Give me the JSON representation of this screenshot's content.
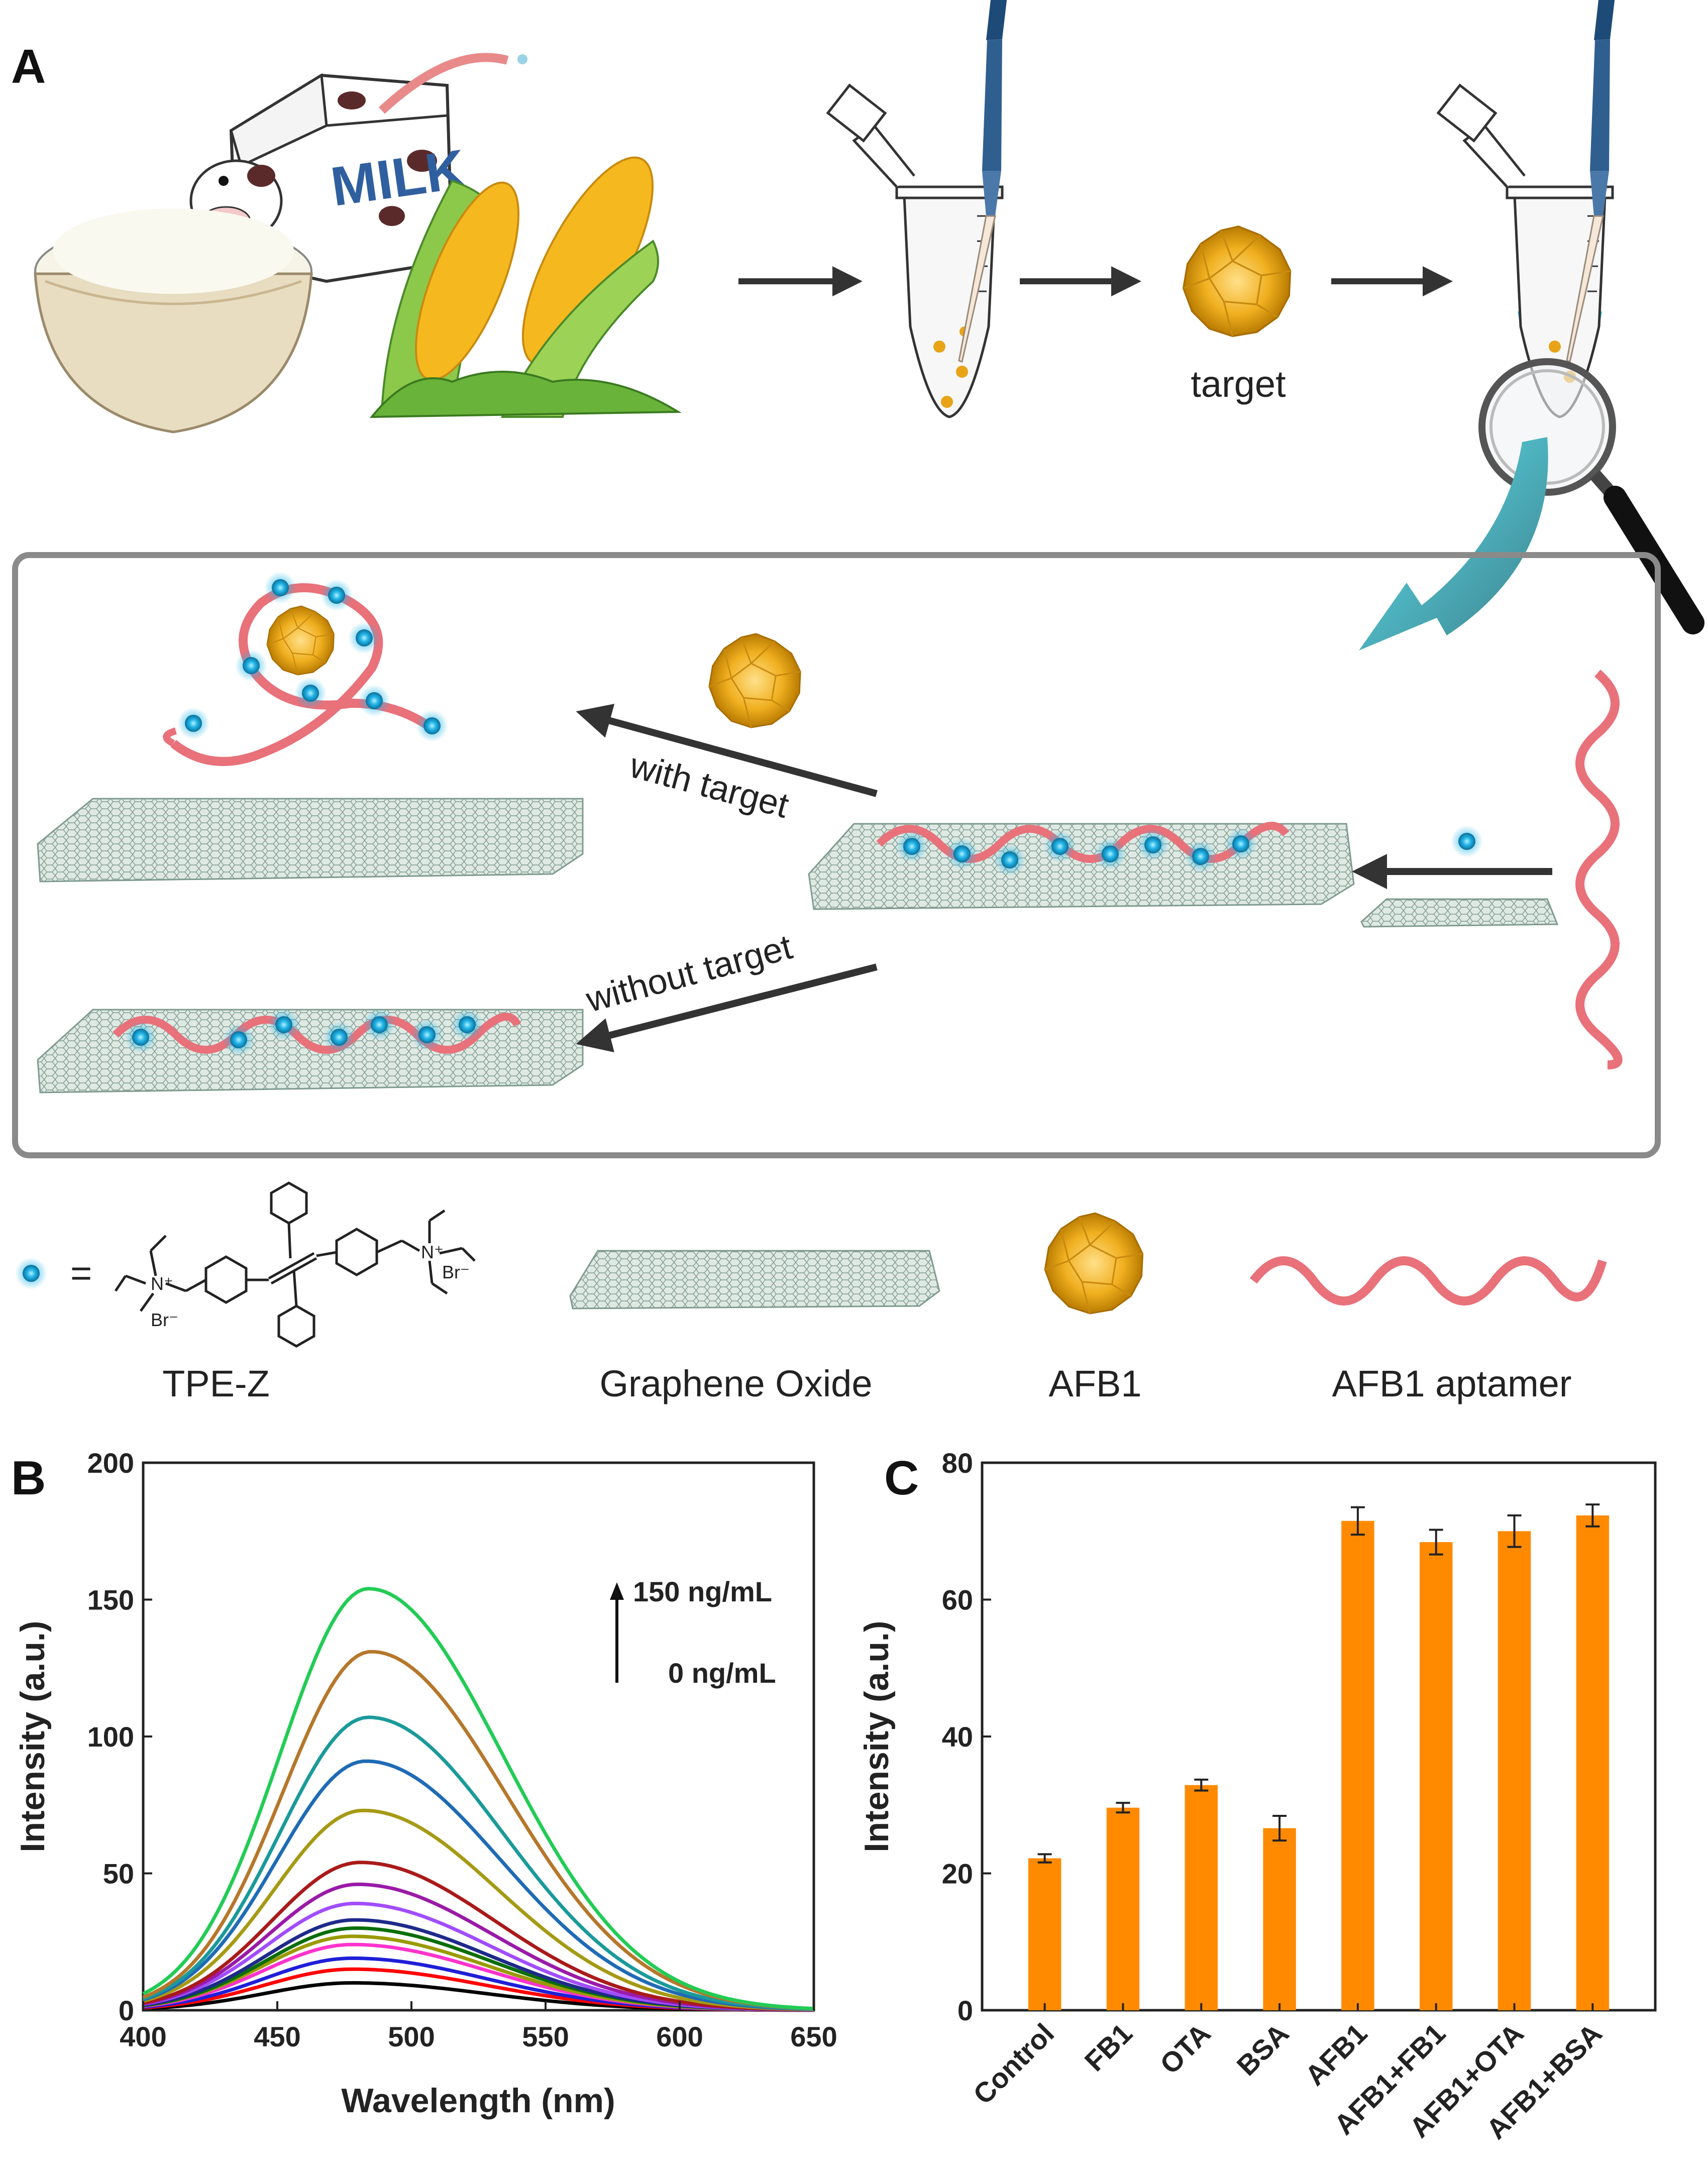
{
  "panels": {
    "a": "A",
    "b": "B",
    "c": "C"
  },
  "diagram": {
    "food_carton_text": "MILK",
    "target_label": "target",
    "with_target": "with target",
    "without_target": "without target",
    "legend": {
      "tpe": "TPE-Z",
      "go": "Graphene Oxide",
      "afb1": "AFB1",
      "aptamer": "AFB1 aptamer",
      "equals": "=",
      "br": "Br⁻",
      "nplus": "N⁺"
    }
  },
  "colors": {
    "dye": "#22b6e8",
    "aptamer": "#e8717a",
    "toxin": "#e8a317",
    "graphene": "#9fb8ad",
    "bar": "#ff8a00",
    "frame": "#8a8a8a"
  },
  "chart_data": [
    {
      "type": "line",
      "xlabel": "Wavelength (nm)",
      "ylabel": "Intensity (a.u.)",
      "xlim": [
        400,
        650
      ],
      "ylim": [
        0,
        200
      ],
      "xticks": [
        "400",
        "450",
        "500",
        "550",
        "600",
        "650"
      ],
      "yticks": [
        "0",
        "50",
        "100",
        "150",
        "200"
      ],
      "annotation": {
        "top": "150 ng/mL",
        "bottom": "0 ng/mL"
      },
      "series": [
        {
          "peak": 10,
          "center": 478,
          "color": "#000000"
        },
        {
          "peak": 15,
          "center": 478,
          "color": "#ff0000"
        },
        {
          "peak": 19,
          "center": 478,
          "color": "#1f1fd8"
        },
        {
          "peak": 24,
          "center": 478,
          "color": "#ff33cc"
        },
        {
          "peak": 27,
          "center": 478,
          "color": "#9a9a00"
        },
        {
          "peak": 30,
          "center": 479,
          "color": "#0a6e0a"
        },
        {
          "peak": 33,
          "center": 479,
          "color": "#1e2a8a"
        },
        {
          "peak": 39,
          "center": 479,
          "color": "#a14dff"
        },
        {
          "peak": 46,
          "center": 480,
          "color": "#9a1aa8"
        },
        {
          "peak": 54,
          "center": 481,
          "color": "#aa1a1a"
        },
        {
          "peak": 73,
          "center": 482,
          "color": "#a59a14"
        },
        {
          "peak": 91,
          "center": 483,
          "color": "#1f6bb5"
        },
        {
          "peak": 107,
          "center": 484,
          "color": "#1a9a9a"
        },
        {
          "peak": 131,
          "center": 485,
          "color": "#b5772a"
        },
        {
          "peak": 154,
          "center": 484,
          "color": "#22cc55"
        }
      ]
    },
    {
      "type": "bar",
      "ylabel": "Intensity (a.u.)",
      "ylim": [
        0,
        80
      ],
      "yticks": [
        "0",
        "20",
        "40",
        "60",
        "80"
      ],
      "categories": [
        "Control",
        "FB1",
        "OTA",
        "BSA",
        "AFB1",
        "AFB1+FB1",
        "AFB1+OTA",
        "AFB1+BSA"
      ],
      "values": [
        22.2,
        29.6,
        32.9,
        26.6,
        71.5,
        68.4,
        70.0,
        72.3
      ],
      "errors": [
        0.6,
        0.7,
        0.8,
        1.8,
        2.0,
        1.8,
        2.3,
        1.6
      ]
    }
  ]
}
